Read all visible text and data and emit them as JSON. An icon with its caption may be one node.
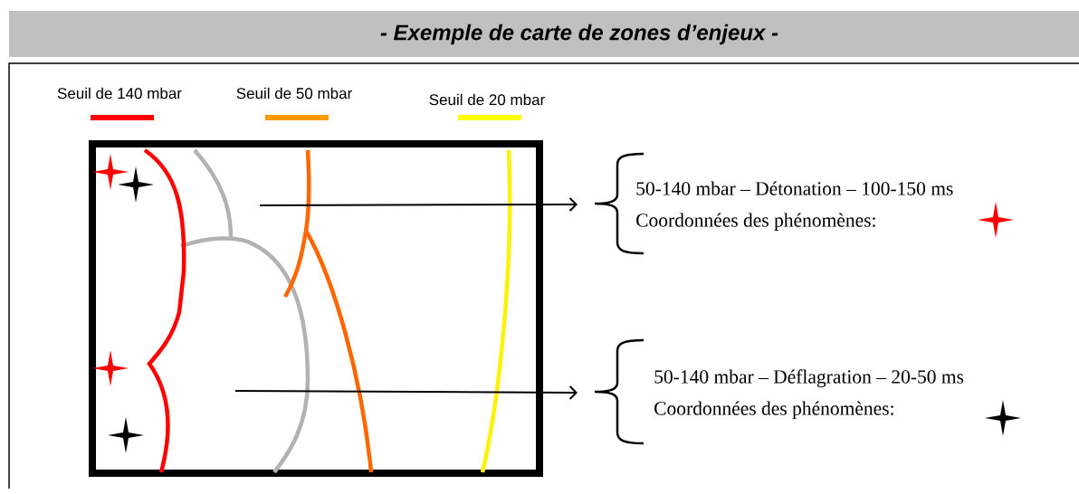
{
  "diagram": {
    "title": "- Exemple de carte de zones d’enjeux -",
    "nodes": [
      {
        "text": [],
        "shape": "box"
      },
      {
        "text": [
          "50-140 mbar – Détonation – 100-150 ms",
          "Coordonnées des phénomènes:"
        ]
      },
      {
        "text": [
          "50-140 mbar – Déflagration  – 20-50 ms",
          "Coordonnées des phénomènes:"
        ]
      }
    ],
    "edges": [
      {
        "from": 0,
        "to": 1,
        "arrow": "to"
      },
      {
        "from": 0,
        "to": 2,
        "arrow": "to"
      }
    ],
    "legend": [
      {
        "text": "Seuil de 140 mbar",
        "color": "#ff0000"
      },
      {
        "text": "Seuil de 50 mbar",
        "color": "#ff9900"
      },
      {
        "text": "Seuil de 20 mbar",
        "color": "#ffff00"
      }
    ]
  }
}
